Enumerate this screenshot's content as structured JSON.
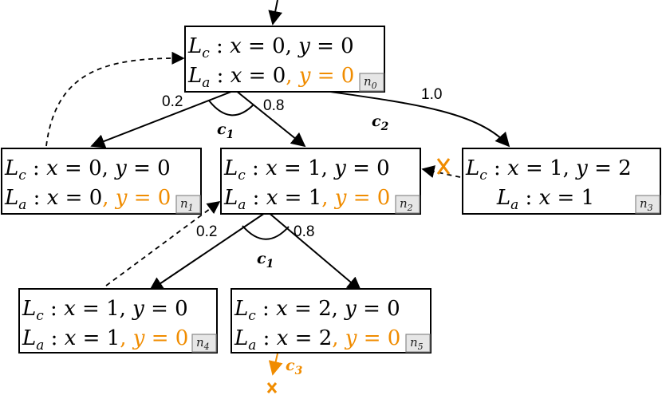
{
  "nodes": [
    {
      "id": "n",
      "sub": "0",
      "lc": {
        "x": "0",
        "y": "0"
      },
      "la": {
        "x": "0",
        "y": "0"
      }
    },
    {
      "id": "n",
      "sub": "1",
      "lc": {
        "x": "0",
        "y": "0"
      },
      "la": {
        "x": "0",
        "y": "0"
      }
    },
    {
      "id": "n",
      "sub": "2",
      "lc": {
        "x": "1",
        "y": "0"
      },
      "la": {
        "x": "1",
        "y": "0"
      }
    },
    {
      "id": "n",
      "sub": "3",
      "lc": {
        "x": "1",
        "y": "2"
      },
      "la": {
        "x": "1",
        "y": ""
      }
    },
    {
      "id": "n",
      "sub": "4",
      "lc": {
        "x": "1",
        "y": "0"
      },
      "la": {
        "x": "1",
        "y": "0"
      }
    },
    {
      "id": "n",
      "sub": "5",
      "lc": {
        "x": "2",
        "y": "0"
      },
      "la": {
        "x": "2",
        "y": "0"
      }
    }
  ],
  "symbols": {
    "L": "L",
    "c": "c",
    "a": "a",
    "x": "x",
    "y": "y",
    "colon": ":",
    "eq": "=",
    "comma": ","
  },
  "edges": {
    "c1_top": {
      "name": "c",
      "sub": "1",
      "p_left": "0.2",
      "p_right": "0.8"
    },
    "c2": {
      "name": "c",
      "sub": "2",
      "p": "1.0"
    },
    "c1_bottom": {
      "name": "c",
      "sub": "1",
      "p_left": "0.2",
      "p_right": "0.8"
    },
    "c3": {
      "name": "c",
      "sub": "3"
    }
  },
  "colors": {
    "highlight": "#f08c00",
    "stroke": "#000000"
  }
}
